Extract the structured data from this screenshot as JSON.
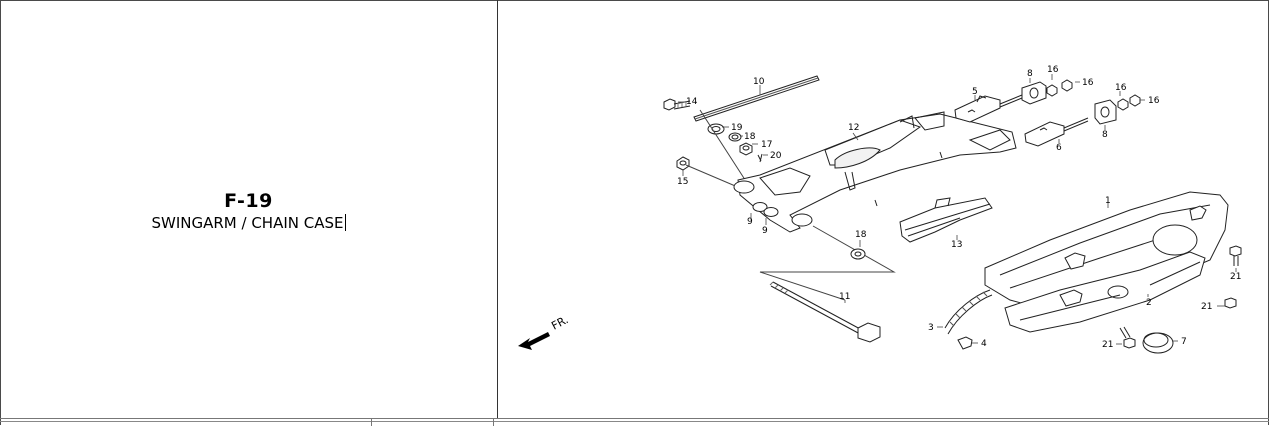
{
  "page": {
    "code": "F-19",
    "title": "SWINGARM / CHAIN CASE"
  },
  "diagram": {
    "direction_label": "FR.",
    "callouts": {
      "c10": "10",
      "c14": "14",
      "c19": "19",
      "c18a": "18",
      "c17": "17",
      "c20": "20",
      "c12": "12",
      "c15": "15",
      "c9a": "9",
      "c9b": "9",
      "c18b": "18",
      "c13": "13",
      "c11": "11",
      "c5": "5",
      "c8a": "8",
      "c16a": "16",
      "c16b": "16",
      "c16c": "16",
      "c16d": "16",
      "c8b": "8",
      "c6": "6",
      "c1": "1",
      "c2": "2",
      "c3": "3",
      "c4": "4",
      "c21a": "21",
      "c21b": "21",
      "c21c": "21",
      "c7": "7"
    }
  }
}
